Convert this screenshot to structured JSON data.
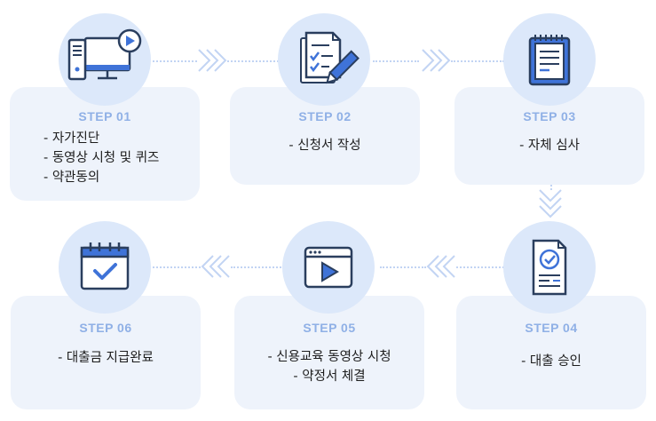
{
  "steps": [
    {
      "id": 1,
      "title": "STEP 01",
      "icon": "computer-video-icon",
      "items": [
        "- 자가진단",
        "- 동영상 시청 및 퀴즈",
        "- 약관동의"
      ]
    },
    {
      "id": 2,
      "title": "STEP 02",
      "icon": "application-form-icon",
      "items": [
        "- 신청서 작성"
      ]
    },
    {
      "id": 3,
      "title": "STEP 03",
      "icon": "review-notepad-icon",
      "items": [
        "- 자체 심사"
      ]
    },
    {
      "id": 4,
      "title": "STEP 04",
      "icon": "approved-document-icon",
      "items": [
        "- 대출 승인"
      ]
    },
    {
      "id": 5,
      "title": "STEP 05",
      "icon": "video-player-icon",
      "items": [
        "- 신용교육 동영상 시청",
        "- 약정서 체결"
      ]
    },
    {
      "id": 6,
      "title": "STEP 06",
      "icon": "calendar-check-icon",
      "items": [
        "- 대출금 지급완료"
      ]
    }
  ],
  "colors": {
    "card": "#eef3fb",
    "circle": "#dce8fa",
    "step_title": "#8fb0e6",
    "icon_blue": "#3f73d8",
    "icon_dark": "#2a3e5e",
    "connector": "#c2d4f3"
  }
}
